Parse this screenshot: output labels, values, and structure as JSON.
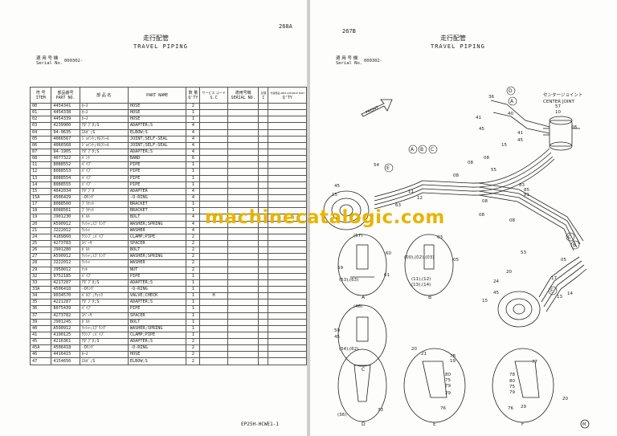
{
  "left_page": {
    "page_number": "268A",
    "title_jp": "走行配管",
    "title_en": "TRAVEL PIPING",
    "applicable_label_jp": "適 用 号 機",
    "serial_label": "Serial No.",
    "serial_value": "000302-",
    "headers": {
      "item_jp": "符 号",
      "item_en": "ITEM",
      "partno_jp": "部品番号",
      "partno_en": "PART NO.",
      "name_jp": "部 品 名",
      "partname_en": "PART NAME",
      "qty_jp": "数 量",
      "qty_en": "Q'TY",
      "sc_jp": "サービス コード",
      "sc_en": "S.C",
      "serial_jp": "適用号機",
      "serial_en": "SERIAL NO.",
      "change_jp": "互換",
      "change_en": "C",
      "repl_jp": "代替部品 REPLACEABLE PART",
      "repl_en": "Q'TY"
    },
    "rows": [
      {
        "item": "00",
        "part_no": "4454341",
        "name_jp": "ﾎｰｽ",
        "name_en": "HOSE",
        "qty": "2",
        "sc": ""
      },
      {
        "item": "01",
        "part_no": "4454338",
        "name_jp": "ﾎｰｽ",
        "name_en": "HOSE",
        "qty": "1",
        "sc": ""
      },
      {
        "item": "02",
        "part_no": "4454339",
        "name_jp": "ﾎｰｽ",
        "name_en": "HOSE",
        "qty": "1",
        "sc": ""
      },
      {
        "item": "03",
        "part_no": "4239900",
        "name_jp": "ｱﾀﾞﾌﾟﾀ;S",
        "name_en": "ADAPTER;S",
        "qty": "4",
        "sc": ""
      },
      {
        "item": "04",
        "part_no": "94-0635",
        "name_jp": "ｴﾙﾎﾞ;S",
        "name_en": "ELBOW;S",
        "qty": "4",
        "sc": ""
      },
      {
        "item": "05",
        "part_no": "4066567",
        "name_jp": "ｼﾞｮｲﾝﾄ;ｾﾙﾌｼｰﾙ",
        "name_en": "JOINT;SELF-SEAL",
        "qty": "4",
        "sc": ""
      },
      {
        "item": "06",
        "part_no": "4066568",
        "name_jp": "ｼﾞｮｲﾝﾄ;ｾﾙﾌｼｰﾙ",
        "name_en": "JOINT;SELF-SEAL",
        "qty": "4",
        "sc": ""
      },
      {
        "item": "07",
        "part_no": "94-1905",
        "name_jp": "ｱﾀﾞﾌﾟﾀ;S",
        "name_en": "ADAPTER;S",
        "qty": "4",
        "sc": ""
      },
      {
        "item": "08",
        "part_no": "4077322",
        "name_jp": "ﾊﾞﾝﾄﾞ",
        "name_en": "BAND",
        "qty": "6",
        "sc": ""
      },
      {
        "item": "11",
        "part_no": "8088552",
        "name_jp": "ﾊﾟｲﾌﾟ",
        "name_en": "PIPE",
        "qty": "1",
        "sc": ""
      },
      {
        "item": "12",
        "part_no": "8088553",
        "name_jp": "ﾊﾟｲﾌﾟ",
        "name_en": "PIPE",
        "qty": "1",
        "sc": ""
      },
      {
        "item": "13",
        "part_no": "8088554",
        "name_jp": "ﾊﾟｲﾌﾟ",
        "name_en": "PIPE",
        "qty": "1",
        "sc": ""
      },
      {
        "item": "14",
        "part_no": "8088555",
        "name_jp": "ﾊﾟｲﾌﾟ",
        "name_en": "PIPE",
        "qty": "1",
        "sc": ""
      },
      {
        "item": "15",
        "part_no": "4042034",
        "name_jp": "ｱﾀﾞﾌﾟﾀ",
        "name_en": "ADAPTER",
        "qty": "4",
        "sc": ""
      },
      {
        "item": "15A",
        "part_no": "4506429",
        "name_jp": "-Oﾘﾝｸﾞ",
        "name_en": "-O-RING",
        "qty": "4",
        "sc": ""
      },
      {
        "item": "17",
        "part_no": "8088560",
        "name_jp": "ﾌﾞﾗｹｯﾄ",
        "name_en": "BRACKET",
        "qty": "1",
        "sc": ""
      },
      {
        "item": "18",
        "part_no": "8088561",
        "name_jp": "ﾌﾞﾗｹｯﾄ",
        "name_en": "BRACKET",
        "qty": "1",
        "sc": ""
      },
      {
        "item": "19",
        "part_no": "J901230",
        "name_jp": "ﾎﾞﾙﾄ",
        "name_en": "BOLT",
        "qty": "4",
        "sc": ""
      },
      {
        "item": "20",
        "part_no": "A590912",
        "name_jp": "ﾜｯｼｬ;ｽﾌﾟﾘﾝｸﾞ",
        "name_en": "WASHER;SPRING",
        "qty": "4",
        "sc": ""
      },
      {
        "item": "21",
        "part_no": "J222012",
        "name_jp": "ﾜｯｼｬ",
        "name_en": "WASHER",
        "qty": "4",
        "sc": ""
      },
      {
        "item": "24",
        "part_no": "4189860",
        "name_jp": "ｸﾗﾝﾌﾟ;ﾊﾟｲﾌﾟ",
        "name_en": "CLAMP;PIPE",
        "qty": "2",
        "sc": ""
      },
      {
        "item": "25",
        "part_no": "4273783",
        "name_jp": "ｽﾍﾟｰｻ",
        "name_en": "SPACER",
        "qty": "2",
        "sc": ""
      },
      {
        "item": "26",
        "part_no": "J901280",
        "name_jp": "ﾎﾞﾙﾄ",
        "name_en": "BOLT",
        "qty": "2",
        "sc": ""
      },
      {
        "item": "27",
        "part_no": "A590912",
        "name_jp": "ﾜｯｼｬ;ｽﾌﾟﾘﾝｸﾞ",
        "name_en": "WASHER;SPRING",
        "qty": "2",
        "sc": ""
      },
      {
        "item": "28",
        "part_no": "J222012",
        "name_jp": "ﾜｯｼｬ",
        "name_en": "WASHER",
        "qty": "2",
        "sc": ""
      },
      {
        "item": "29",
        "part_no": "J950012",
        "name_jp": "ﾅｯﾄ",
        "name_en": "NUT",
        "qty": "2",
        "sc": ""
      },
      {
        "item": "32",
        "part_no": "9752185",
        "name_jp": "ﾊﾟｲﾌﾟ",
        "name_en": "PIPE",
        "qty": "1",
        "sc": ""
      },
      {
        "item": "33",
        "part_no": "4217207",
        "name_jp": "ｱﾀﾞﾌﾟﾀ;S",
        "name_en": "ADAPTER;S",
        "qty": "1",
        "sc": ""
      },
      {
        "item": "33A",
        "part_no": "4506418",
        "name_jp": "-Oﾘﾝｸﾞ",
        "name_en": "-O-RING",
        "qty": "1",
        "sc": ""
      },
      {
        "item": "34",
        "part_no": "9034570",
        "name_jp": "ﾊﾞﾙﾌﾞ;ﾁｪｯｸ",
        "name_en": "VALVE;CHECK",
        "qty": "1",
        "sc": "H"
      },
      {
        "item": "35",
        "part_no": "4221287",
        "name_jp": "ｱﾀﾞﾌﾟﾀ;S",
        "name_en": "ADAPTER;S",
        "qty": "1",
        "sc": ""
      },
      {
        "item": "36",
        "part_no": "8075439",
        "name_jp": "ﾊﾟｲﾌﾟ",
        "name_en": "PIPE",
        "qty": "1",
        "sc": ""
      },
      {
        "item": "37",
        "part_no": "4273782",
        "name_jp": "ｽﾍﾟｰｻ",
        "name_en": "SPACER",
        "qty": "1",
        "sc": ""
      },
      {
        "item": "39",
        "part_no": "J901245",
        "name_jp": "ﾎﾞﾙﾄ",
        "name_en": "BOLT",
        "qty": "1",
        "sc": ""
      },
      {
        "item": "40",
        "part_no": "A590912",
        "name_jp": "ﾜｯｼｬ;ｽﾌﾟﾘﾝｸﾞ",
        "name_en": "WASHER;SPRING",
        "qty": "1",
        "sc": ""
      },
      {
        "item": "41",
        "part_no": "4190125",
        "name_jp": "ｸﾗﾝﾌﾟ;ﾊﾟｲﾌﾟ",
        "name_en": "CLAMP;PIPE",
        "qty": "1",
        "sc": ""
      },
      {
        "item": "45",
        "part_no": "4216361",
        "name_jp": "ｱﾀﾞﾌﾟﾀ;S",
        "name_en": "ADAPTER;S",
        "qty": "2",
        "sc": ""
      },
      {
        "item": "45A",
        "part_no": "4506418",
        "name_jp": "-Oﾘﾝｸﾞ",
        "name_en": "-O-RING",
        "qty": "2",
        "sc": ""
      },
      {
        "item": "46",
        "part_no": "4416415",
        "name_jp": "ﾎｰｽ",
        "name_en": "HOSE",
        "qty": "2",
        "sc": ""
      },
      {
        "item": "47",
        "part_no": "4154656",
        "name_jp": "ｴﾙﾎﾞ;S",
        "name_en": "ELBOW;S",
        "qty": "2",
        "sc": ""
      }
    ],
    "footer_code": "EP25H-HCWE1-1"
  },
  "right_page": {
    "page_number": "267B",
    "title_jp": "走行配管",
    "title_en": "TRAVEL PIPING",
    "applicable_label_jp": "適 用 号 機",
    "serial_label": "Serial No.",
    "serial_value": "000302-",
    "center_joint_jp": "センタージョイント",
    "center_joint_en": "CENTER JOINT",
    "front_label": "FRONT",
    "corner_mark": "M"
  },
  "watermark": "machinecatalogic.com"
}
